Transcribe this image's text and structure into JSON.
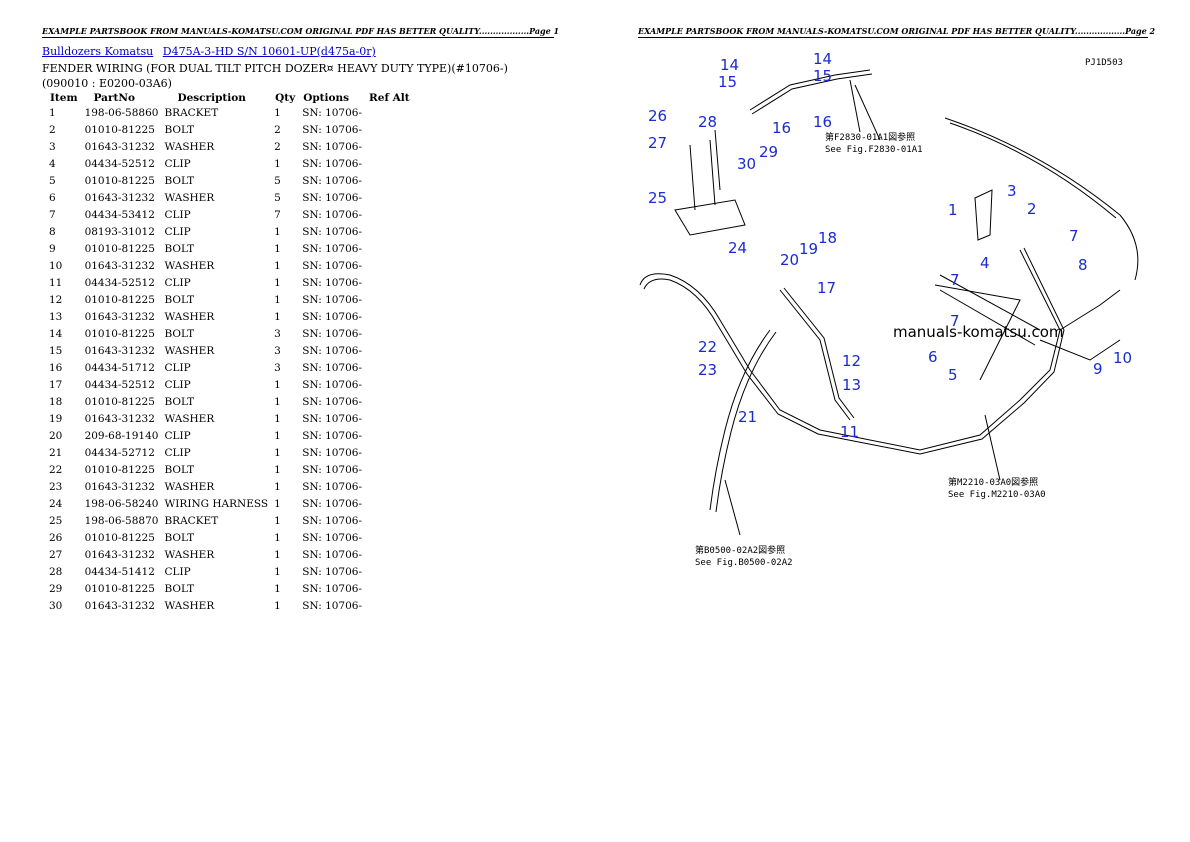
{
  "header": {
    "left": "EXAMPLE PARTSBOOK FROM MANUALS-KOMATSU.COM ORIGINAL PDF HAS BETTER QUALITY..................Page 1",
    "right": "EXAMPLE PARTSBOOK FROM MANUALS-KOMATSU.COM ORIGINAL PDF HAS BETTER QUALITY..................Page 2"
  },
  "breadcrumb": {
    "category": "Bulldozers Komatsu",
    "model": "D475A-3-HD S/N 10601-UP(d475a-0r)"
  },
  "title": "FENDER WIRING (FOR DUAL TILT PITCH DOZER¤ HEAVY DUTY TYPE)(#10706-)(090010 : E0200-03A6)",
  "table": {
    "headers": [
      "Item",
      "PartNo",
      "Description",
      "Qty",
      "Options",
      "Ref Alt"
    ],
    "rows": [
      [
        "1",
        "198-06-58860",
        "BRACKET",
        "1",
        "SN: 10706-"
      ],
      [
        "2",
        "01010-81225",
        "BOLT",
        "2",
        "SN: 10706-"
      ],
      [
        "3",
        "01643-31232",
        "WASHER",
        "2",
        "SN: 10706-"
      ],
      [
        "4",
        "04434-52512",
        "CLIP",
        "1",
        "SN: 10706-"
      ],
      [
        "5",
        "01010-81225",
        "BOLT",
        "5",
        "SN: 10706-"
      ],
      [
        "6",
        "01643-31232",
        "WASHER",
        "5",
        "SN: 10706-"
      ],
      [
        "7",
        "04434-53412",
        "CLIP",
        "7",
        "SN: 10706-"
      ],
      [
        "8",
        "08193-31012",
        "CLIP",
        "1",
        "SN: 10706-"
      ],
      [
        "9",
        "01010-81225",
        "BOLT",
        "1",
        "SN: 10706-"
      ],
      [
        "10",
        "01643-31232",
        "WASHER",
        "1",
        "SN: 10706-"
      ],
      [
        "11",
        "04434-52512",
        "CLIP",
        "1",
        "SN: 10706-"
      ],
      [
        "12",
        "01010-81225",
        "BOLT",
        "1",
        "SN: 10706-"
      ],
      [
        "13",
        "01643-31232",
        "WASHER",
        "1",
        "SN: 10706-"
      ],
      [
        "14",
        "01010-81225",
        "BOLT",
        "3",
        "SN: 10706-"
      ],
      [
        "15",
        "01643-31232",
        "WASHER",
        "3",
        "SN: 10706-"
      ],
      [
        "16",
        "04434-51712",
        "CLIP",
        "3",
        "SN: 10706-"
      ],
      [
        "17",
        "04434-52512",
        "CLIP",
        "1",
        "SN: 10706-"
      ],
      [
        "18",
        "01010-81225",
        "BOLT",
        "1",
        "SN: 10706-"
      ],
      [
        "19",
        "01643-31232",
        "WASHER",
        "1",
        "SN: 10706-"
      ],
      [
        "20",
        "209-68-19140",
        "CLIP",
        "1",
        "SN: 10706-"
      ],
      [
        "21",
        "04434-52712",
        "CLIP",
        "1",
        "SN: 10706-"
      ],
      [
        "22",
        "01010-81225",
        "BOLT",
        "1",
        "SN: 10706-"
      ],
      [
        "23",
        "01643-31232",
        "WASHER",
        "1",
        "SN: 10706-"
      ],
      [
        "24",
        "198-06-58240",
        "WIRING HARNESS",
        "1",
        "SN: 10706-"
      ],
      [
        "25",
        "198-06-58870",
        "BRACKET",
        "1",
        "SN: 10706-"
      ],
      [
        "26",
        "01010-81225",
        "BOLT",
        "1",
        "SN: 10706-"
      ],
      [
        "27",
        "01643-31232",
        "WASHER",
        "1",
        "SN: 10706-"
      ],
      [
        "28",
        "04434-51412",
        "CLIP",
        "1",
        "SN: 10706-"
      ],
      [
        "29",
        "01010-81225",
        "BOLT",
        "1",
        "SN: 10706-"
      ],
      [
        "30",
        "01643-31232",
        "WASHER",
        "1",
        "SN: 10706-"
      ]
    ]
  },
  "diagram": {
    "code": "PJ1D503",
    "watermark": "manuals-komatsu.com",
    "notes": [
      [
        "第F2830-01A1図参照",
        "See Fig.F2830-01A1"
      ],
      [
        "第M2210-03A0図参照",
        "See Fig.M2210-03A0"
      ],
      [
        "第B0500-02A2図参照",
        "See Fig.B0500-02A2"
      ]
    ],
    "callouts": [
      "14",
      "15",
      "14",
      "15",
      "16",
      "16",
      "26",
      "28",
      "27",
      "30",
      "29",
      "25",
      "24",
      "1",
      "3",
      "2",
      "7",
      "20",
      "19",
      "18",
      "17",
      "4",
      "7",
      "8",
      "7",
      "22",
      "23",
      "12",
      "13",
      "21",
      "11",
      "6",
      "5",
      "9",
      "10"
    ],
    "callout_color": "#1a2bd0"
  }
}
